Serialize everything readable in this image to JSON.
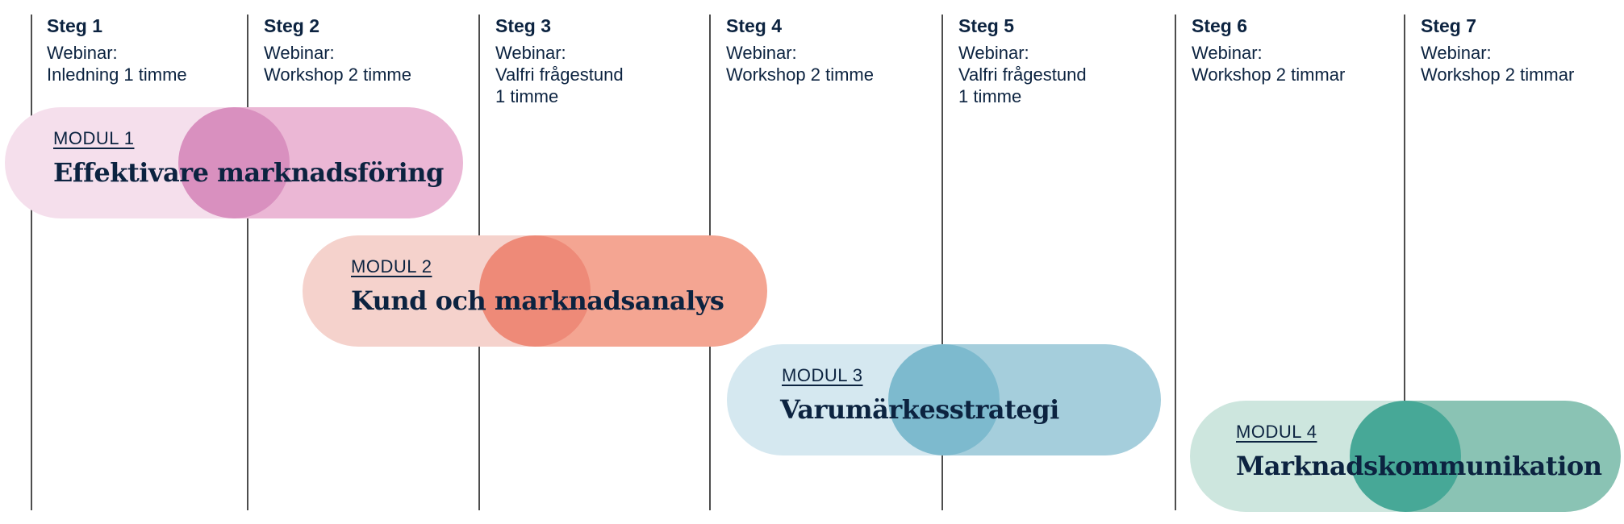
{
  "steps": [
    {
      "title": "Steg 1",
      "desc": "Webinar:\nInledning 1 timme"
    },
    {
      "title": "Steg 2",
      "desc": "Webinar:\nWorkshop 2 timme"
    },
    {
      "title": "Steg 3",
      "desc": "Webinar:\nValfri frågestund\n1 timme"
    },
    {
      "title": "Steg 4",
      "desc": "Webinar:\nWorkshop 2 timme"
    },
    {
      "title": "Steg 5",
      "desc": "Webinar:\nValfri frågestund\n1 timme"
    },
    {
      "title": "Steg 6",
      "desc": "Webinar:\nWorkshop 2 timmar"
    },
    {
      "title": "Steg 7",
      "desc": "Webinar:\nWorkshop 2 timmar"
    }
  ],
  "modules": [
    {
      "label": "MODUL 1",
      "title": "Effektivare marknadsföring",
      "start_step": 1,
      "end_step": 2,
      "colors": {
        "light": "#f5dfec",
        "mid": "#ebb7d5",
        "dark": "#d990bf"
      }
    },
    {
      "label": "MODUL 2",
      "title": "Kund och marknadsanalys",
      "start_step": 2,
      "end_step": 4,
      "colors": {
        "light": "#f5d2cc",
        "mid": "#f4a592",
        "dark": "#ee8a78"
      }
    },
    {
      "label": "MODUL 3",
      "title": "Varumärkesstrategi",
      "start_step": 4,
      "end_step": 5,
      "colors": {
        "light": "#d5e8f0",
        "mid": "#a5cedc",
        "dark": "#7dbace"
      }
    },
    {
      "label": "MODUL 4",
      "title": "Marknadskommunikation",
      "start_step": 6,
      "end_step": 7,
      "colors": {
        "light": "#cde6de",
        "mid": "#8ac3b4",
        "dark": "#47a897"
      }
    }
  ]
}
